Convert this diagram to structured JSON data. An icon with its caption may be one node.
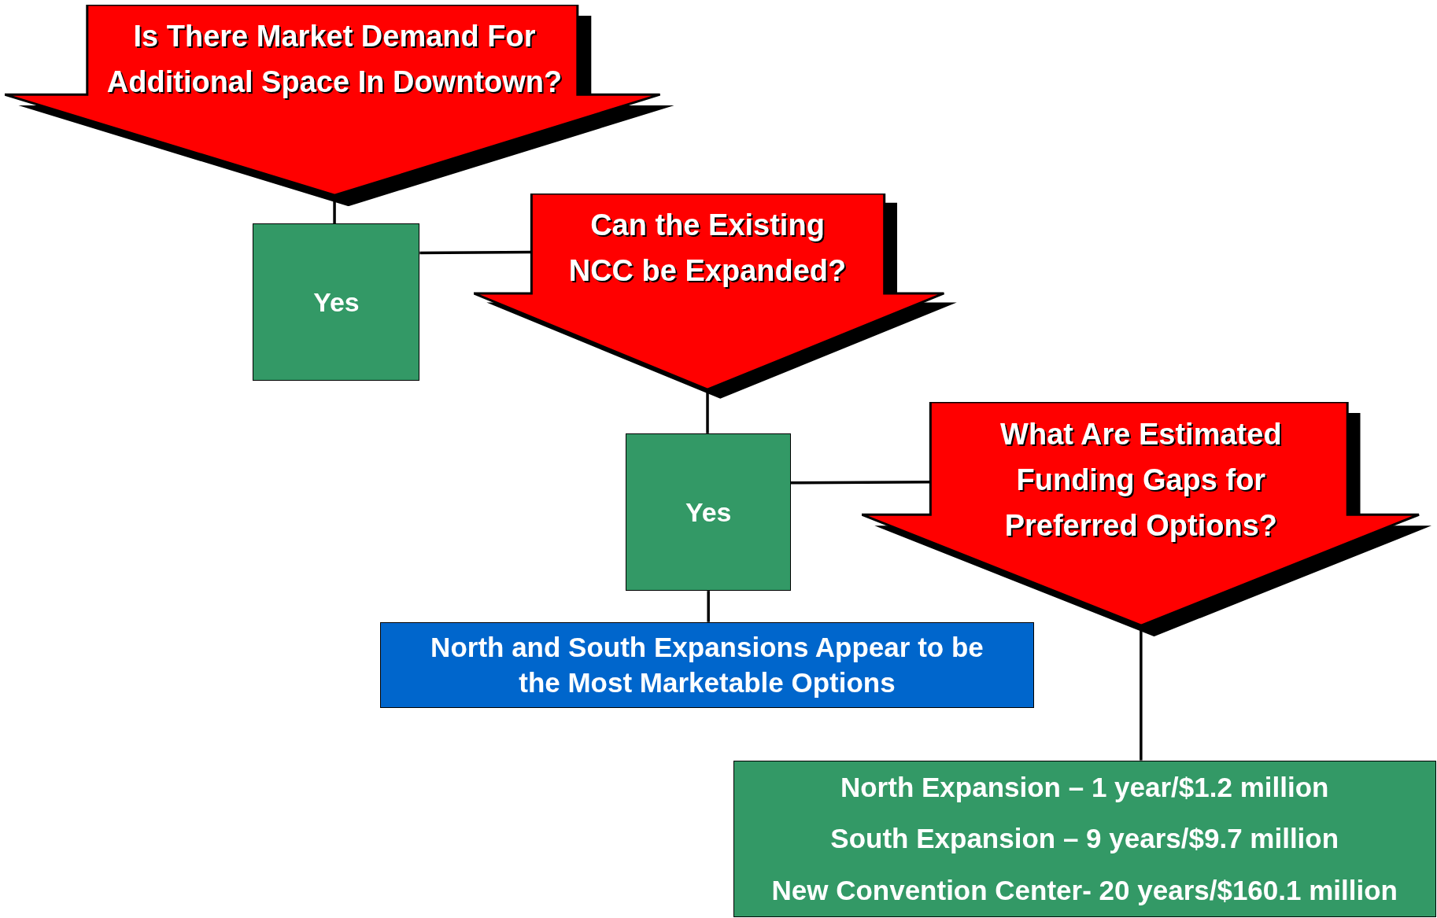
{
  "diagram": {
    "nodes": [
      {
        "text": [
          "Is There Market Demand For Additional Space In Downtown?"
        ]
      },
      {
        "text": [
          "Yes"
        ]
      },
      {
        "text": [
          "Can the Existing NCC be Expanded?"
        ]
      },
      {
        "text": [
          "Yes"
        ]
      },
      {
        "text": [
          "North and South Expansions Appear to be the Most Marketable Options"
        ]
      },
      {
        "text": [
          "What Are Estimated Funding Gaps for Preferred Options?"
        ]
      },
      {
        "text": [
          "North Expansion – 1 year/$1.2 million",
          "South Expansion – 9 years/$9.7 million",
          "New Convention Center- 20 years/$160.1 million"
        ]
      }
    ],
    "edges": [
      {
        "from": 0,
        "to": 1,
        "arrow": "none"
      },
      {
        "from": 1,
        "to": 2,
        "arrow": "none"
      },
      {
        "from": 2,
        "to": 3,
        "arrow": "none"
      },
      {
        "from": 3,
        "to": 5,
        "arrow": "none"
      },
      {
        "from": 3,
        "to": 4,
        "arrow": "none"
      },
      {
        "from": 5,
        "to": 6,
        "arrow": "none"
      }
    ]
  }
}
